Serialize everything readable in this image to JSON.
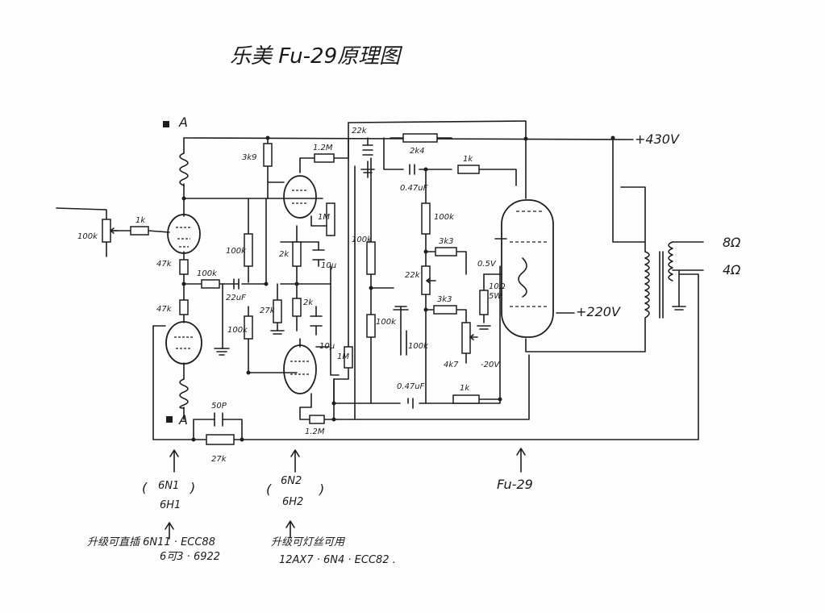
{
  "title": "乐美 Fu-29原理图",
  "supply": {
    "b_plus": "+430V",
    "screen": "+220V",
    "bias": "-20V"
  },
  "nodes": {
    "a_top": "A",
    "a_bottom": "A"
  },
  "outputs": {
    "tap_8": "8Ω",
    "tap_4": "4Ω"
  },
  "components": {
    "r_volume": "100k",
    "r_grid_stop": "1k",
    "r_3k9": "3k9",
    "r_1k2m_top": "1.2M",
    "r_22k_dec": "22k",
    "r_2k4": "2k4",
    "c_047_top": "0.47uF",
    "r_1k_top": "1k",
    "r_47k_plate": "47k",
    "r_100k_a": "100k",
    "c_22uf": "22uF",
    "r_47k_cath": "47k",
    "r_100k_b": "100k",
    "r_100k_c": "100k",
    "r_100k_d": "100k",
    "r_100k_e": "100k",
    "r_1m_a": "1M",
    "r_1m_b": "1M",
    "r_2k_a": "2k",
    "r_2k_b": "2k",
    "c_10u_a": "10μ",
    "c_10u_b": "10μ",
    "r_27k": "27k",
    "r_100k_grid": "100k",
    "r_3k3_a": "3k3",
    "r_3k3_b": "3k3",
    "vr_22k": "22k",
    "r_100k_g2": "100k",
    "pot_4k7": "4k7",
    "v_05": "0.5V",
    "r_10r": "10Ω",
    "r_5w": "5W",
    "c_047_bot": "0.47uF",
    "r_1k_bot": "1k",
    "r_1k2m_bot": "1.2M",
    "c_50p": "50P",
    "r_27k_fb": "27k"
  },
  "tube_labels": {
    "stage1": "6N1",
    "stage1_alt": "6H1",
    "stage2": "6N2",
    "stage2_alt": "6H2",
    "output": "Fu-29"
  },
  "notes": {
    "note1_line1": "升级可直插 6N11 · ECC88",
    "note1_line2": "6可3 · 6922",
    "note2_line1": "升级可灯丝可用",
    "note2_line2": "12AX7 · 6N4 · ECC82 ."
  }
}
